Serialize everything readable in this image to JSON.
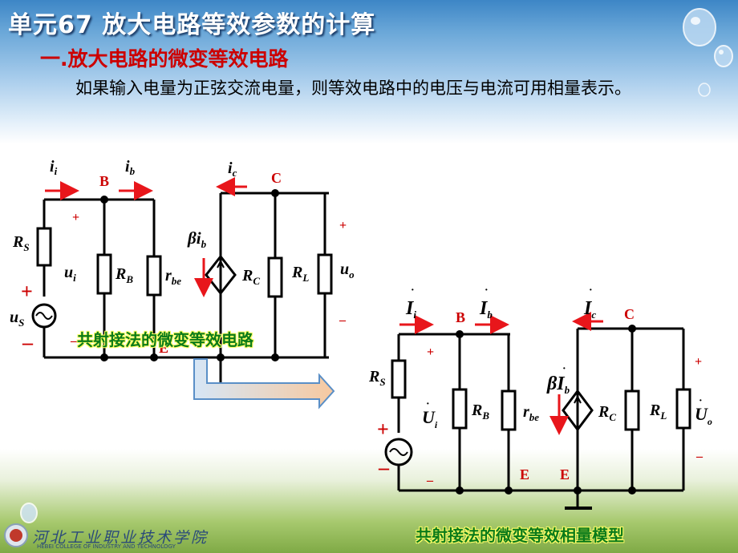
{
  "slide": {
    "title": "单元67    放大电路等效参数的计算",
    "subtitle": "一.放大电路的微变等效电路",
    "paragraph": "如果输入电量为正弦交流电量，则等效电路中的电压与电流可用相量表示。"
  },
  "circuit1": {
    "caption": "共射接法的微变等效电路",
    "labels": {
      "ii": "i",
      "ii_sub": "i",
      "ib": "i",
      "ib_sub": "b",
      "ic": "i",
      "ic_sub": "c",
      "node_b": "B",
      "node_c": "C",
      "node_e": "E",
      "rs": "R",
      "rs_sub": "S",
      "ui": "u",
      "ui_sub": "i",
      "rb": "R",
      "rb_sub": "B",
      "rbe": "r",
      "rbe_sub": "be",
      "src": "βi",
      "src_sub": "b",
      "rc": "R",
      "rc_sub": "C",
      "rl": "R",
      "rl_sub": "L",
      "uo": "u",
      "uo_sub": "o",
      "us": "u",
      "us_sub": "S",
      "plus": "+",
      "minus": "–"
    }
  },
  "circuit2": {
    "caption": "共射接法的微变等效相量模型",
    "labels": {
      "ii": "I",
      "ii_sub": "i",
      "ib": "I",
      "ib_sub": "b",
      "ic": "I",
      "ic_sub": "c",
      "node_b": "B",
      "node_c": "C",
      "node_e1": "E",
      "node_e2": "E",
      "rs": "R",
      "rs_sub": "S",
      "ui": "U",
      "ui_sub": "i",
      "rb": "R",
      "rb_sub": "B",
      "rbe": "r",
      "rbe_sub": "be",
      "src": "βI",
      "src_sub": "b",
      "rc": "R",
      "rc_sub": "C",
      "rl": "R",
      "rl_sub": "L",
      "uo": "U",
      "uo_sub": "o",
      "plus": "+",
      "minus": "–",
      "dot": "·"
    }
  },
  "footer": {
    "school_cn": "河北工业职业技术学院",
    "school_en": "HEBEI COLLEGE OF INDUSTRY AND TECHNOLOGY"
  },
  "colors": {
    "accent_red": "#cc0000",
    "caption_green": "#0a7a1a",
    "title_white": "#ffffff"
  }
}
